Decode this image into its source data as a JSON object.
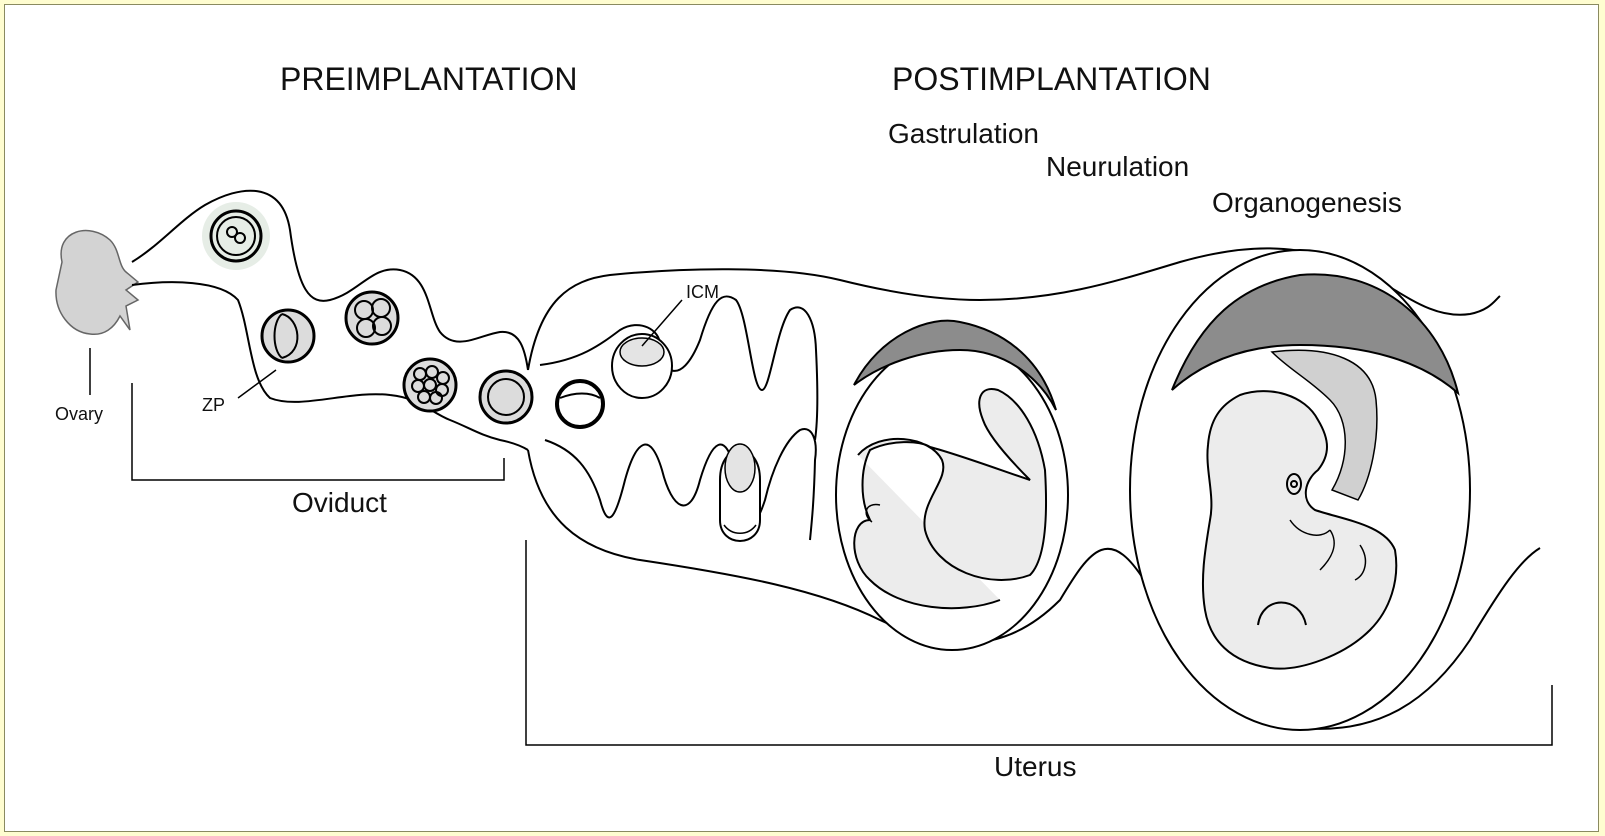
{
  "headings": {
    "preimplantation": "PREIMPLANTATION",
    "postimplantation": "POSTIMPLANTATION"
  },
  "stages": {
    "gastrulation": "Gastrulation",
    "neurulation": "Neurulation",
    "organogenesis": "Organogenesis"
  },
  "labels": {
    "ovary": "Ovary",
    "zp": "ZP",
    "icm": "ICM",
    "oviduct": "Oviduct",
    "uterus": "Uterus"
  },
  "colors": {
    "page_background": "#fffdd0",
    "tissue_fill": "#ececec",
    "decidua_fill": "#8c8c8c",
    "outline": "#000000"
  }
}
